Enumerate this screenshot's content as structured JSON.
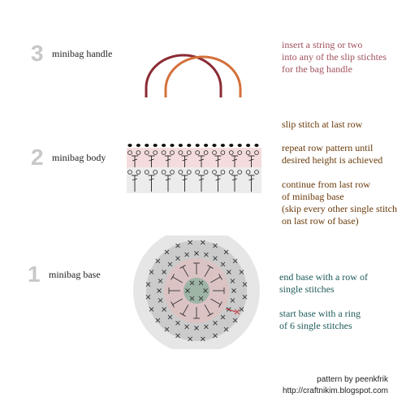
{
  "steps": {
    "handle": {
      "number": "3",
      "label": "minibag handle"
    },
    "body": {
      "number": "2",
      "label": "minibag body"
    },
    "base": {
      "number": "1",
      "label": "minibag base"
    }
  },
  "notes": {
    "handle": [
      "insert a string or two",
      "into any of the slip stichtes",
      "for the bag handle"
    ],
    "body_slip": "slip stitch at last row",
    "body_repeat": [
      "repeat row pattern until",
      "desired height is achieved"
    ],
    "body_continue": [
      "continue from last row",
      "of minibag base",
      "(skip every other single stitch",
      "on last row of base)"
    ],
    "base_end": [
      "end base with a row of",
      "single stitches"
    ],
    "base_start": [
      "start base with a ring",
      "of 6 single stitches"
    ]
  },
  "credit": {
    "pattern": "pattern by peenkfrik",
    "url": "http://craftnikim.blogspot.com"
  },
  "colors": {
    "handle_dark": "#8b2a33",
    "handle_light": "#d4703a",
    "body_pink_band": "#f5dcdc",
    "body_grey_band": "#ececec",
    "base_outer": "#e6e6e6",
    "base_mid": "#cbcbcb",
    "base_pink": "#dcc3c3",
    "base_center": "#9eb5a5",
    "note_handle": "#a0505a",
    "note_body": "#6a3a0a",
    "note_base": "#1f5a5a"
  }
}
